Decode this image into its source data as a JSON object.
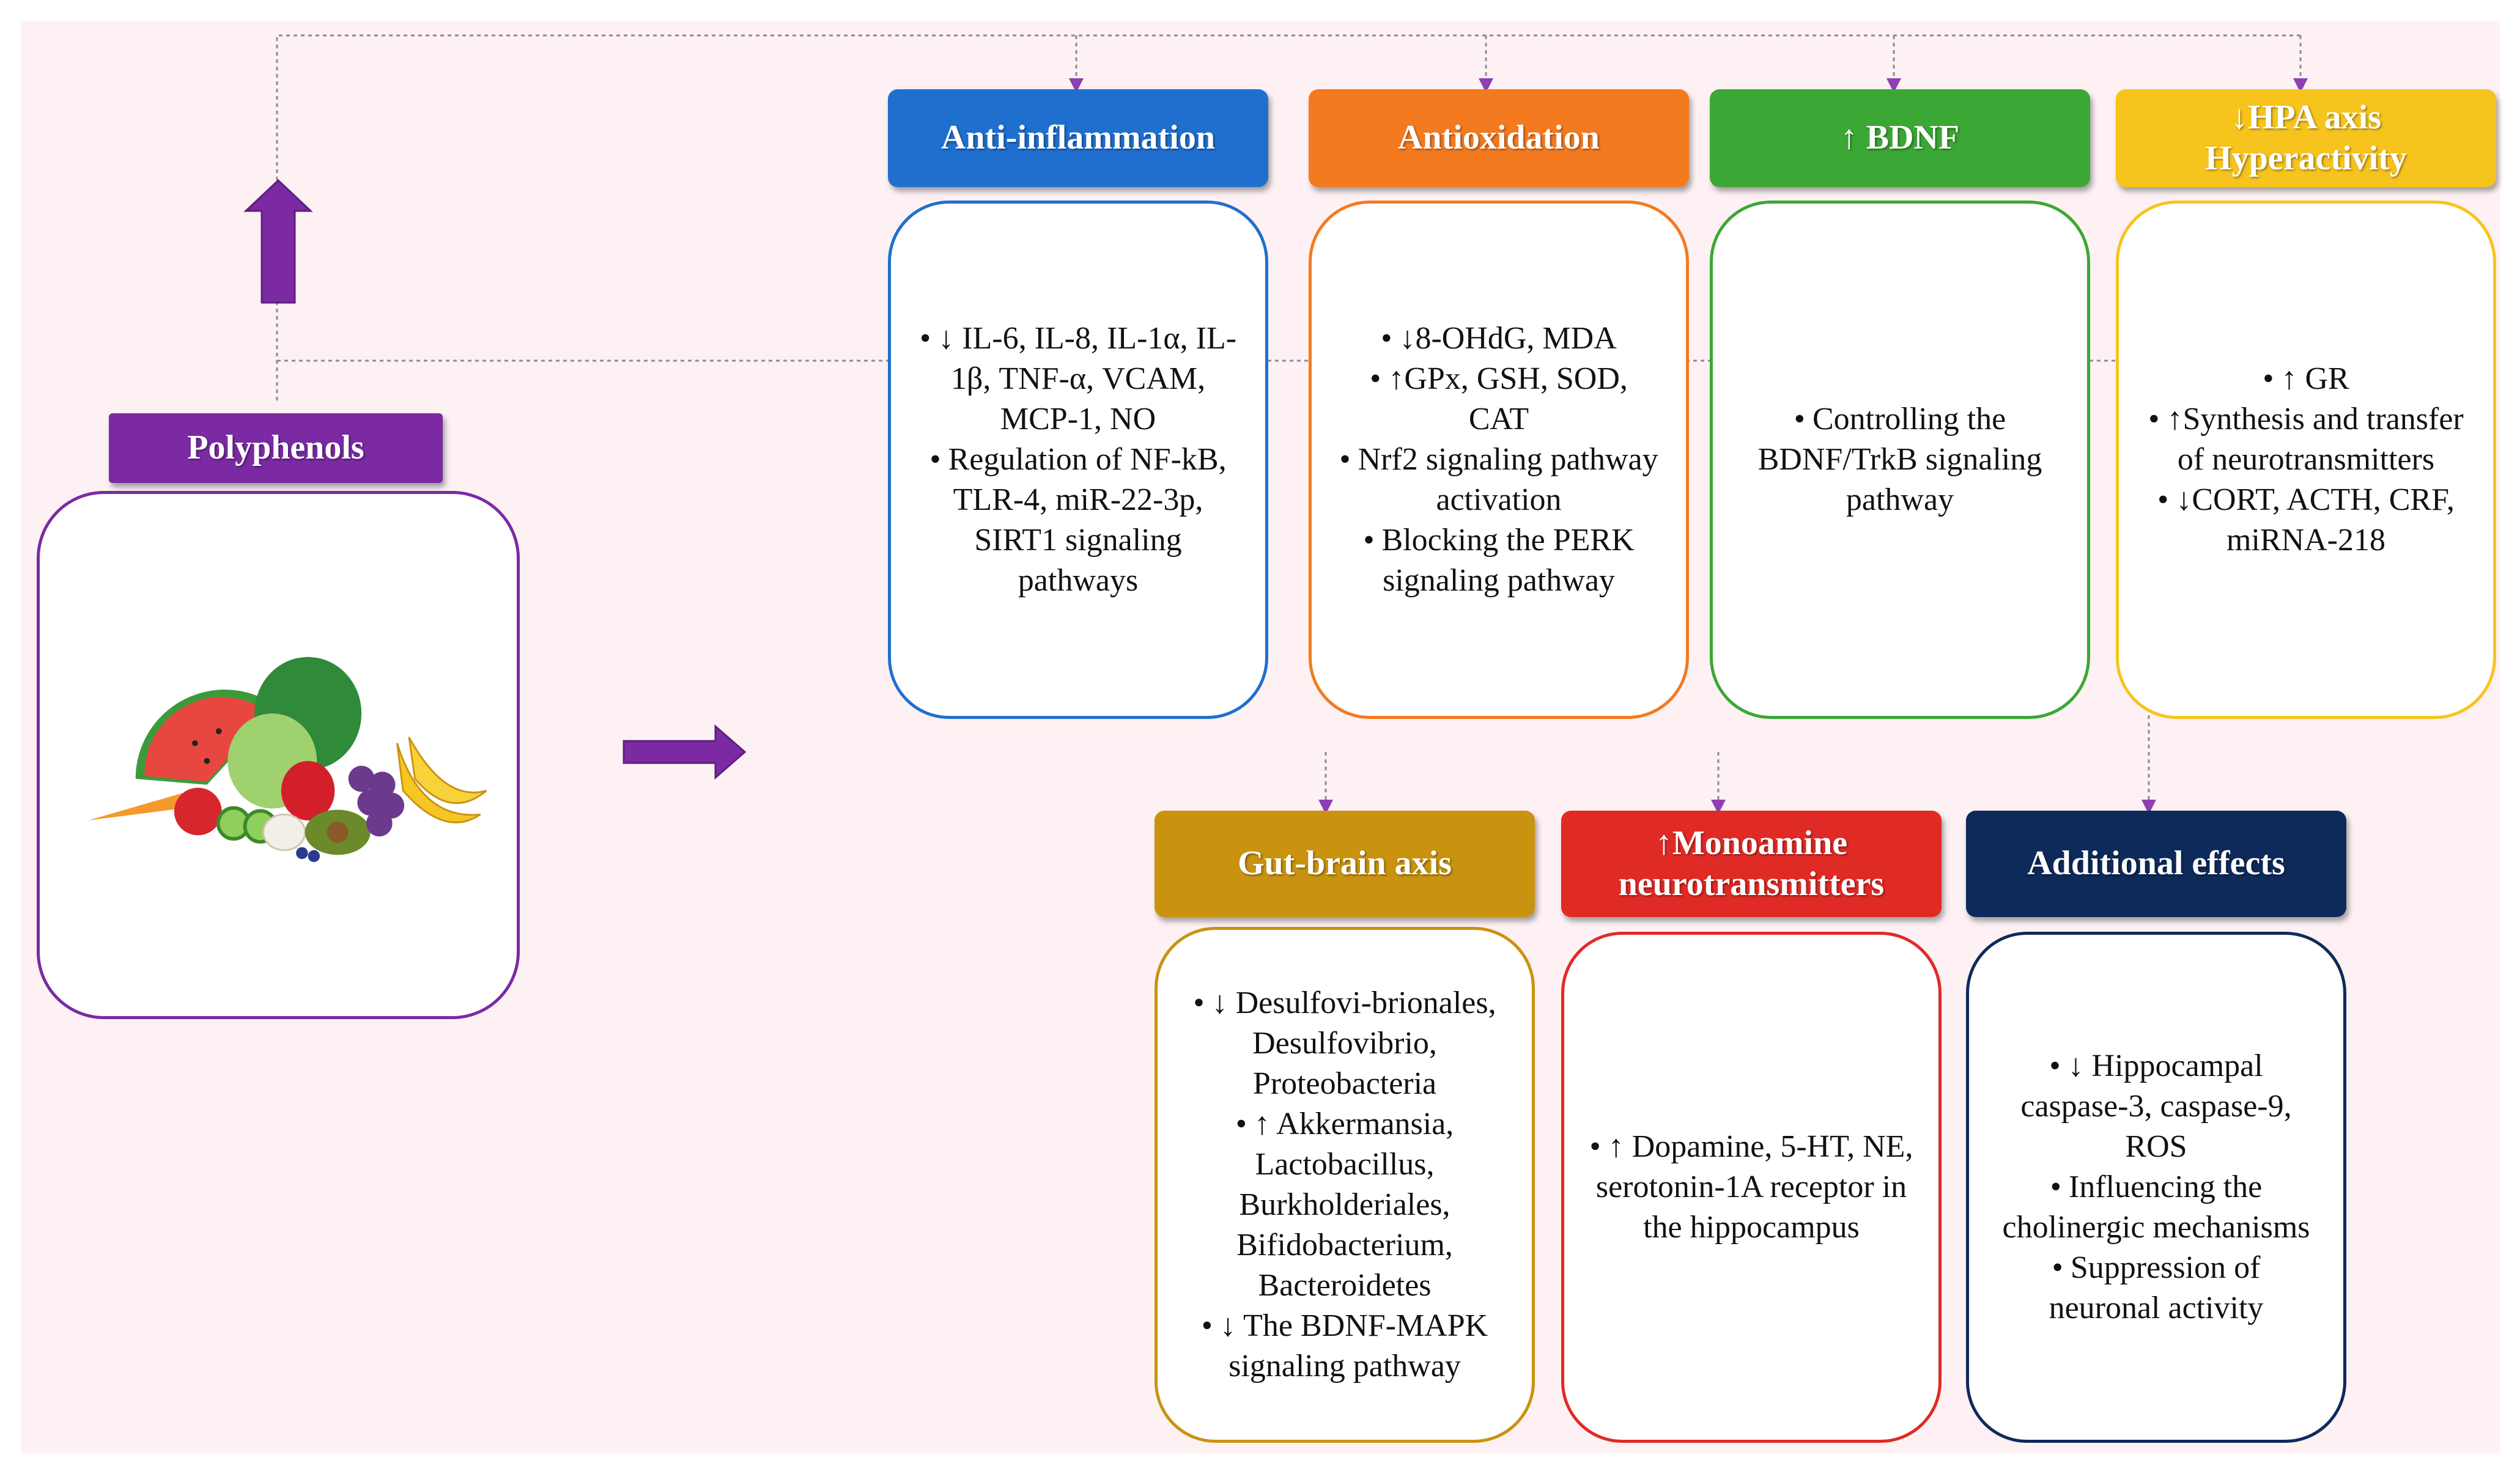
{
  "source": {
    "title": "Polyphenols",
    "image_label": "fruits-and-vegetables-illustration"
  },
  "effects": [
    {
      "id": "anti-inflammation",
      "title": "Anti-inflammation",
      "color": "#1f6fcf",
      "items": [
        "↓ IL-6, IL-8, IL-1α, IL-1β, TNF-α, VCAM, MCP-1, NO",
        "Regulation of NF-kB, TLR-4, miR-22-3p, SIRT1 signaling pathways"
      ]
    },
    {
      "id": "antioxidation",
      "title": "Antioxidation",
      "color": "#f47a1f",
      "items": [
        "↓8-OHdG, MDA",
        "↑GPx, GSH, SOD, CAT",
        "Nrf2 signaling pathway activation",
        "Blocking the PERK signaling pathway"
      ]
    },
    {
      "id": "bdnf",
      "title": "↑ BDNF",
      "color": "#3ba734",
      "items": [
        "Controlling the BDNF/TrkB signaling pathway"
      ]
    },
    {
      "id": "hpa-axis",
      "title": "↓HPA axis Hyperactivity",
      "color": "#f7c41d",
      "items": [
        "↑ GR",
        "↑Synthesis and transfer of neurotransmitters",
        "↓CORT, ACTH, CRF, miRNA-218"
      ]
    },
    {
      "id": "gut-brain-axis",
      "title": "Gut-brain axis",
      "color": "#c9930f",
      "items": [
        "↓ Desulfovi-brionales, Desulfovibrio, Proteobacteria",
        "↑ Akkermansia, Lactobacillus, Burkholderiales, Bifidobacterium, Bacteroidetes",
        "↓ The BDNF-MAPK signaling pathway"
      ]
    },
    {
      "id": "monoamine",
      "title": "↑Monoamine neurotransmitters",
      "color": "#e02a26",
      "items": [
        "↑ Dopamine, 5-HT, NE, serotonin-1A receptor in the hippocampus"
      ]
    },
    {
      "id": "additional-effects",
      "title": "Additional effects",
      "color": "#0e2a5a",
      "items": [
        "↓ Hippocampal caspase-3, caspase-9, ROS",
        "Influencing the cholinergic mechanisms",
        "Suppression of neuronal activity"
      ]
    }
  ],
  "colors": {
    "purple": "#7b2aa3",
    "background": "#fdf1f3",
    "connector": "#8a8a9a"
  }
}
